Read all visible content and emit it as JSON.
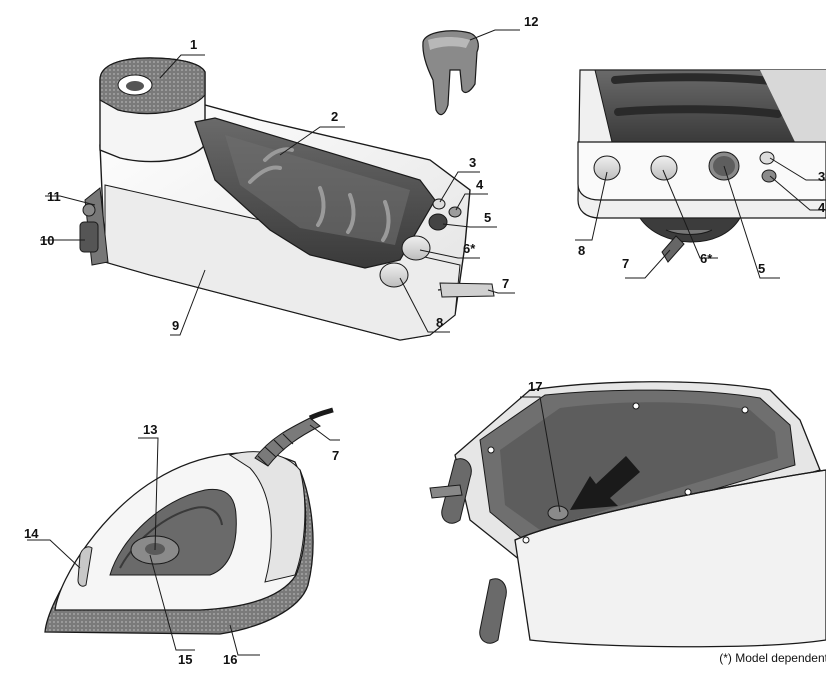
{
  "labels": {
    "l1": "1",
    "l2": "2",
    "l3": "3",
    "l4": "4",
    "l5": "5",
    "l6": "6*",
    "l7": "7",
    "l8": "8",
    "l9": "9",
    "l10": "10",
    "l11": "11",
    "l12": "12",
    "d8": "8",
    "d7": "7",
    "d6": "6*",
    "d5": "5",
    "d3": "3",
    "d4": "4",
    "l13": "13",
    "l14": "14",
    "l15": "15",
    "l16": "16",
    "i7": "7",
    "l17": "17"
  },
  "footnote": "(*) Model dependent",
  "colors": {
    "line": "#1a1a1a",
    "dark": "#5a5a5a",
    "mid": "#9a9a9a",
    "light": "#d8d8d8",
    "white": "#f7f7f7"
  }
}
